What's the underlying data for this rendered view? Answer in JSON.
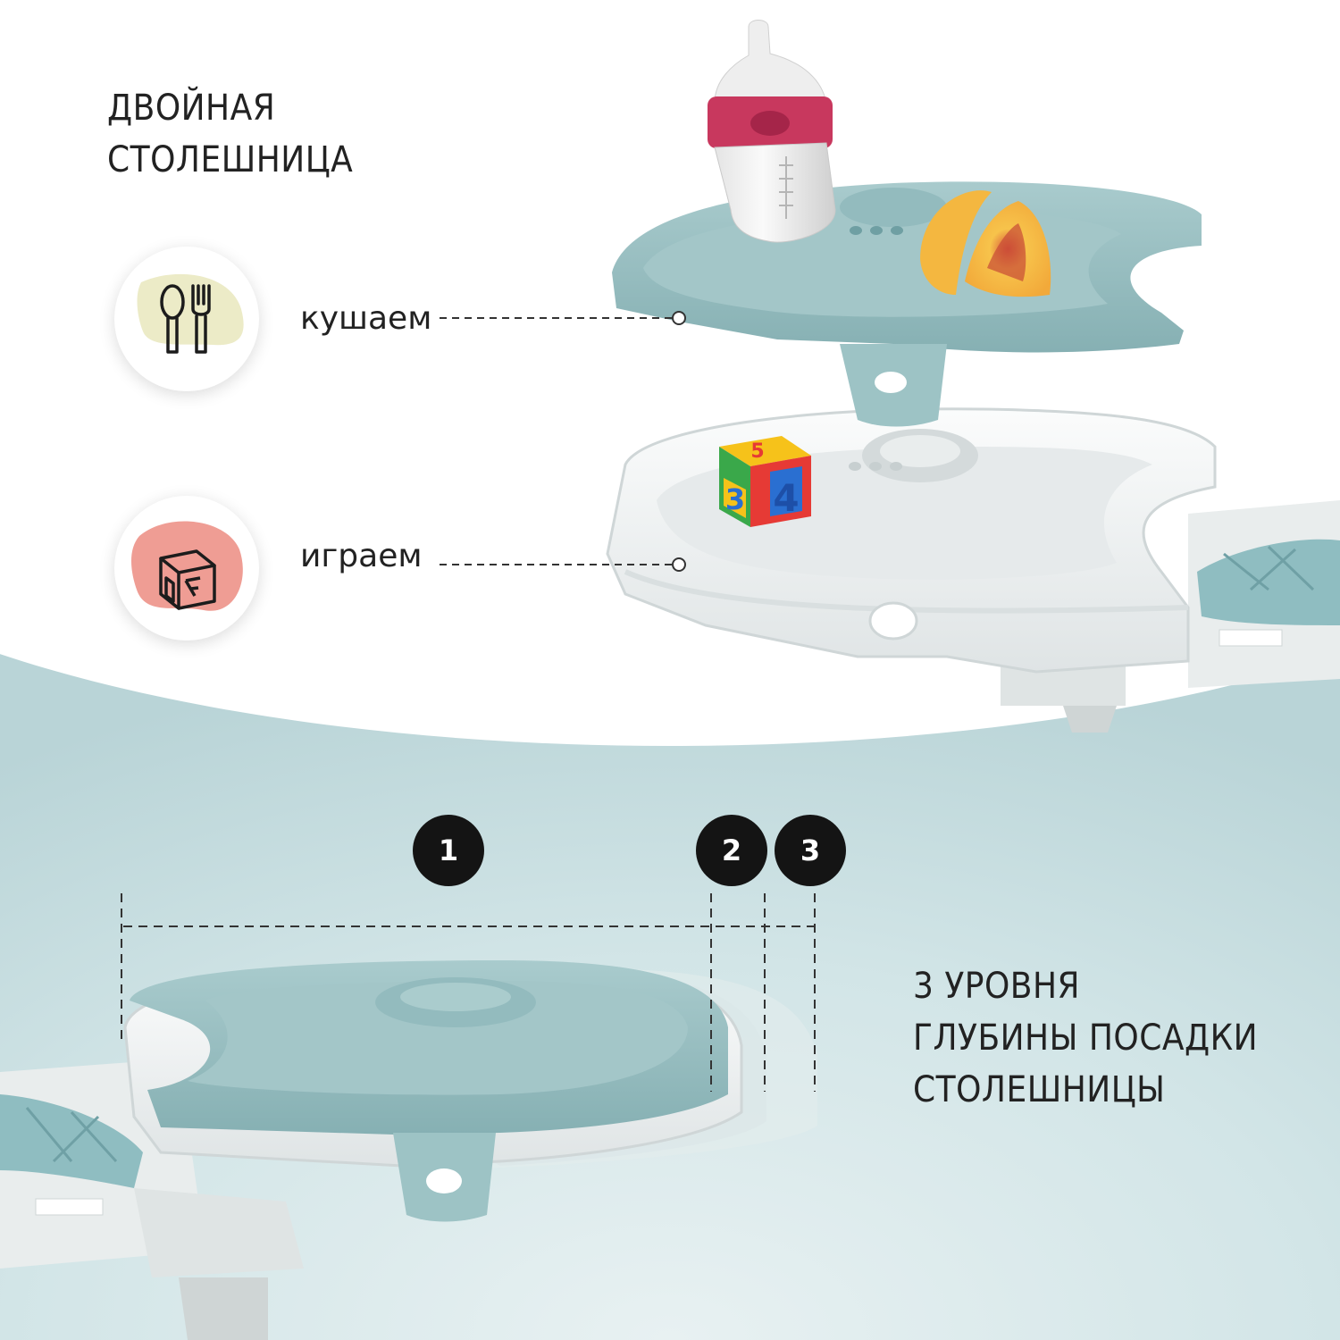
{
  "heading_top": {
    "line1": "ДВОЙНАЯ",
    "line2": "СТОЛЕШНИЦА"
  },
  "heading_bottom": {
    "line1": "3 УРОВНЯ",
    "line2": "ГЛУБИНЫ ПОСАДКИ",
    "line3": "СТОЛЕШНИЦЫ"
  },
  "features": [
    {
      "label": "кушаем",
      "icon": "cutlery-icon",
      "blob_color": "#ecebc7"
    },
    {
      "label": "играем",
      "icon": "toy-cube-icon",
      "blob_color": "#ef9d94"
    }
  ],
  "levels": [
    "1",
    "2",
    "3"
  ],
  "cube_numbers": [
    "5",
    "3",
    "4"
  ],
  "colors": {
    "teal": "#9dc3c5",
    "teal_dark": "#86b0b3",
    "background_teal": "#cfe3e5",
    "white_tray": "#f2f4f4",
    "badge": "#141414",
    "bottle_pink": "#c8385e",
    "peach": "#f2b84c"
  }
}
